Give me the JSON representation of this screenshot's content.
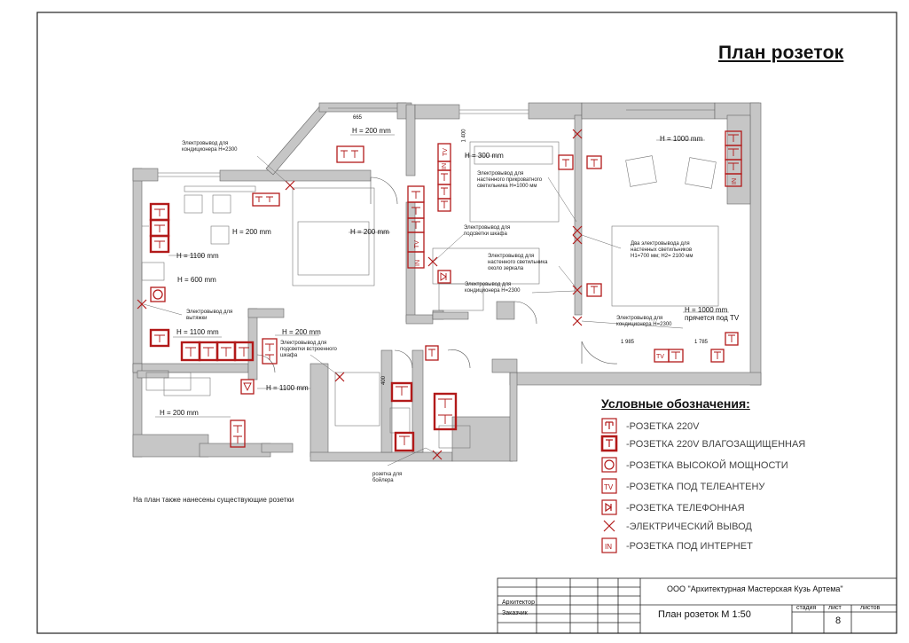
{
  "title": "План розеток",
  "legend": {
    "title": "Условные обозначения:",
    "items": [
      {
        "icon": "socket-220v-icon",
        "label": "-РОЗЕТКА 220V"
      },
      {
        "icon": "waterproof-socket-icon",
        "label": "-РОЗЕТКА 220V  ВЛАГОЗАЩИЩЕННАЯ"
      },
      {
        "icon": "high-power-socket-icon",
        "label": "-РОЗЕТКА ВЫСОКОЙ МОЩНОСТИ"
      },
      {
        "icon": "tv-socket-icon",
        "label": "-РОЗЕТКА ПОД ТЕЛЕАНТЕНУ"
      },
      {
        "icon": "phone-socket-icon",
        "label": "-РОЗЕТКА ТЕЛЕФОННАЯ"
      },
      {
        "icon": "electrical-outlet-icon",
        "label": "-ЭЛЕКТРИЧЕСКИЙ ВЫВОД"
      },
      {
        "icon": "internet-socket-icon",
        "label": " -РОЗЕТКА ПОД ИНТЕРНЕТ"
      }
    ],
    "colors": {
      "symbol": "#b21a1a",
      "wall": "#c6c6c6"
    }
  },
  "note": "На план также нанесены существующие розетки",
  "plan_labels": {
    "ac_living": "Электровывод для\nкондиционера Н=2300",
    "bedside": "Электровывод для\nнастенного прикроватного\nсветильника Н=1000 мм",
    "wardrobe_light": "Электровывод для\nподсветки шкафа",
    "mirror_light": "Электровывод для\nнастенного светильника\nоколо зеркала",
    "ac_bedroom1": "Электровывод для\nкондиционера Н=2300",
    "two_outlets": "Два электровывода для\nнастенных светильников\nН1=700 мм; Н2= 2100 мм",
    "ac_bedroom2": "Электровывод для\nкондиционера Н=2300",
    "hood": "Электровывод для\nвытяжки",
    "builtin_wardrobe": "Электровывод для\nподсветки встроенного\nшкафа",
    "boiler": "розетка для\nбойлера"
  },
  "dimensions": {
    "h200_balcony": "Н = 200 mm",
    "d665": "665",
    "d1400": "1 400",
    "h300": "Н = 300 mm",
    "h1000_top": "Н = 1000 mm",
    "h200_kitchen": "Н = 200 mm",
    "h200_living": "Н = 200 mm",
    "h1100_a": "Н = 1100 mm",
    "h600": "Н = 600 mm",
    "h1100_b": "Н = 1100 mm",
    "h200_hall": "Н = 200 mm",
    "h1100_c": "Н = 1100 mm",
    "h200_bottom": "Н = 200 mm",
    "h1000_bottom": "Н = 1000 mm",
    "hidden_tv": "прячется под  TV",
    "d1985": "1 985",
    "d1785": "1 785",
    "d400": "400"
  },
  "stamp": {
    "organization": "ООО \"Архитектурная Мастерская Кузь Артема\"",
    "architect_label": "Архитектор",
    "customer_label": "Заказчик",
    "drawing_name": "План розеток М 1:50",
    "stage_label": "стадия",
    "sheet_label": "лист",
    "sheets_label": "листов",
    "sheet_number": "8"
  }
}
